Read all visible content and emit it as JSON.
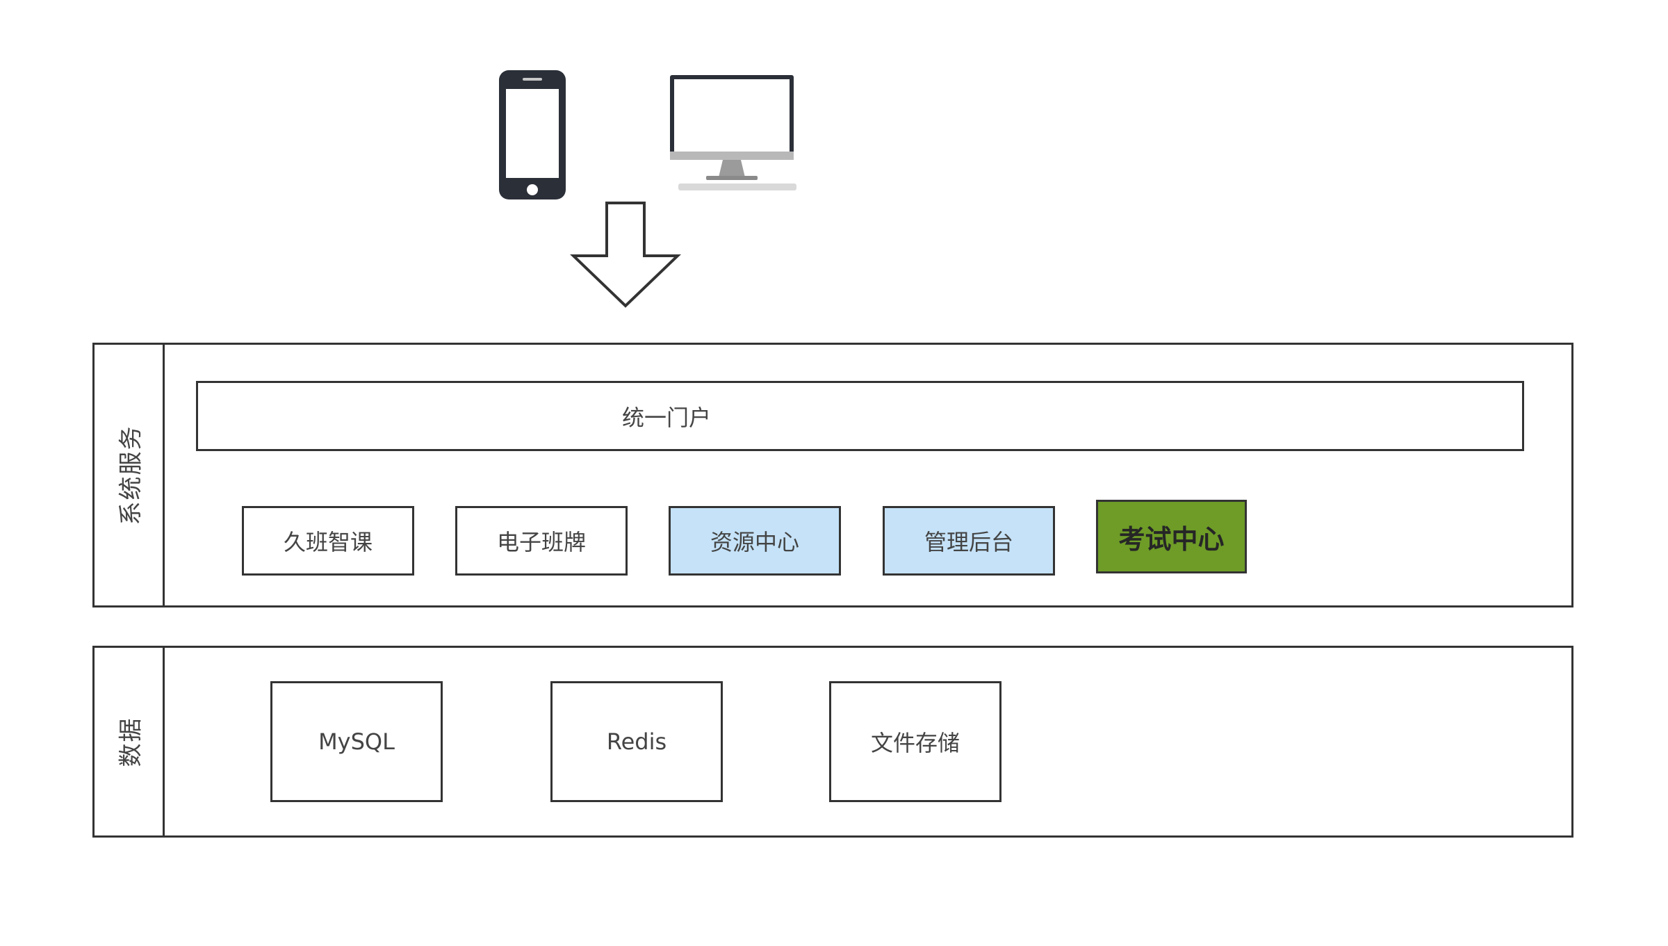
{
  "colors": {
    "blue_box": "#c5e2f8",
    "green_box": "#6e9c27",
    "green_arrow": "#6e9c27",
    "line": "#333333"
  },
  "devices": {
    "phone": "mobile-phone-icon",
    "desktop": "desktop-monitor-icon"
  },
  "system_panel": {
    "label": "系统服务",
    "portal": "统一门户",
    "modules": [
      "久班智课",
      "电子班牌",
      "资源中心",
      "管理后台",
      "考试中心"
    ]
  },
  "data_panel": {
    "label": "数据",
    "stores": [
      "MySQL",
      "Redis",
      "文件存储"
    ]
  }
}
